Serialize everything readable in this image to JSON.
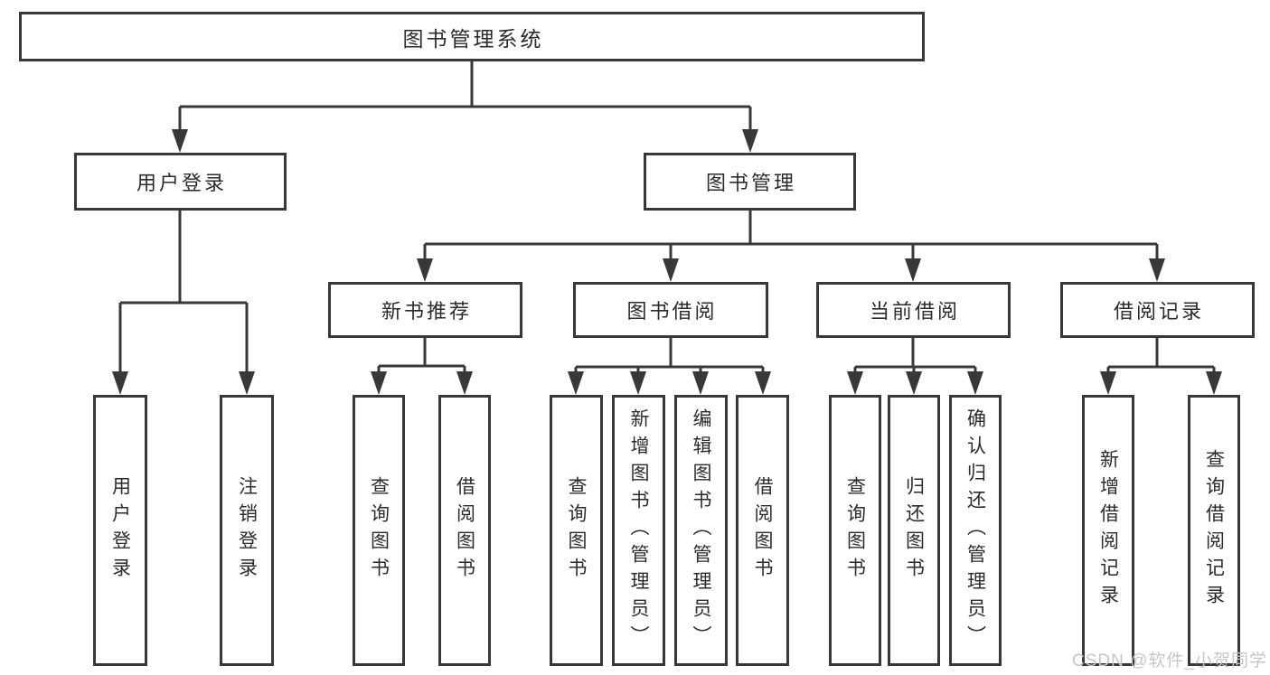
{
  "colors": {
    "line": "#383838",
    "text": "#2b2b2b",
    "background": "#ffffff",
    "watermark": "#c6c6c6"
  },
  "diagram": {
    "type": "hierarchy-tree",
    "root": {
      "label": "图书管理系统"
    },
    "level2": [
      {
        "id": "user-login",
        "label": "用户登录"
      },
      {
        "id": "book-management",
        "label": "图书管理"
      }
    ],
    "level3": [
      {
        "id": "new-book-recommend",
        "label": "新书推荐",
        "parent": "book-management"
      },
      {
        "id": "book-borrow",
        "label": "图书借阅",
        "parent": "book-management"
      },
      {
        "id": "current-borrow",
        "label": "当前借阅",
        "parent": "book-management"
      },
      {
        "id": "borrow-records",
        "label": "借阅记录",
        "parent": "book-management"
      }
    ],
    "leaves": [
      {
        "label": "用户登录",
        "parent": "user-login"
      },
      {
        "label": "注销登录",
        "parent": "user-login"
      },
      {
        "label": "查询图书",
        "parent": "new-book-recommend"
      },
      {
        "label": "借阅图书",
        "parent": "new-book-recommend"
      },
      {
        "label": "查询图书",
        "parent": "book-borrow"
      },
      {
        "label": "新增图书（管理员）",
        "parent": "book-borrow"
      },
      {
        "label": "编辑图书（管理员）",
        "parent": "book-borrow"
      },
      {
        "label": "借阅图书",
        "parent": "book-borrow"
      },
      {
        "label": "查询图书",
        "parent": "current-borrow"
      },
      {
        "label": "归还图书",
        "parent": "current-borrow"
      },
      {
        "label": "确认归还（管理员）",
        "parent": "current-borrow"
      },
      {
        "label": "新增借阅记录",
        "parent": "borrow-records"
      },
      {
        "label": "查询借阅记录",
        "parent": "borrow-records"
      }
    ]
  },
  "watermark": {
    "text": "CSDN @软件_小贺同学"
  }
}
